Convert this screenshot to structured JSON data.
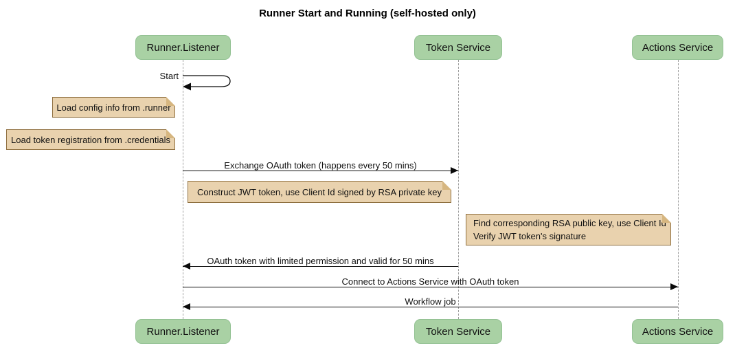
{
  "title": "Runner Start and Running (self-hosted only)",
  "actors": [
    {
      "label": "Runner.Listener"
    },
    {
      "label": "Token Service"
    },
    {
      "label": "Actions Service"
    }
  ],
  "messages": [
    {
      "label": "Start",
      "from": "Runner.Listener",
      "to": "Runner.Listener",
      "kind": "self"
    },
    {
      "label": "Exchange OAuth token (happens every 50 mins)",
      "from": "Runner.Listener",
      "to": "Token Service",
      "kind": "solid-arrow"
    },
    {
      "label": "OAuth token with limited permission and valid for 50 mins",
      "from": "Token Service",
      "to": "Runner.Listener",
      "kind": "solid-arrow"
    },
    {
      "label": "Connect to Actions Service with OAuth token",
      "from": "Runner.Listener",
      "to": "Actions Service",
      "kind": "solid-arrow"
    },
    {
      "label": "Workflow job",
      "from": "Actions Service",
      "to": "Runner.Listener",
      "kind": "solid-arrow"
    }
  ],
  "notes": [
    {
      "text": "Load config info from .runner",
      "position": "left of Runner.Listener"
    },
    {
      "text": "Load token registration from .credentials",
      "position": "left of Runner.Listener"
    },
    {
      "text": "Construct JWT token, use Client Id signed by RSA private key",
      "position": "right of Runner.Listener"
    },
    {
      "lines": [
        "Find corresponding RSA public key, use Client Id",
        "Verify JWT token's signature"
      ],
      "position": "left of Actions Service"
    }
  ],
  "colors": {
    "actor_fill": "#a9d1a4",
    "actor_border": "#93c193",
    "note_fill": "#e9d2ae",
    "note_border": "#8f6f3f",
    "lifeline": "#9e9e9e",
    "arrow": "#0a0a0a",
    "background": "#ffffff"
  }
}
